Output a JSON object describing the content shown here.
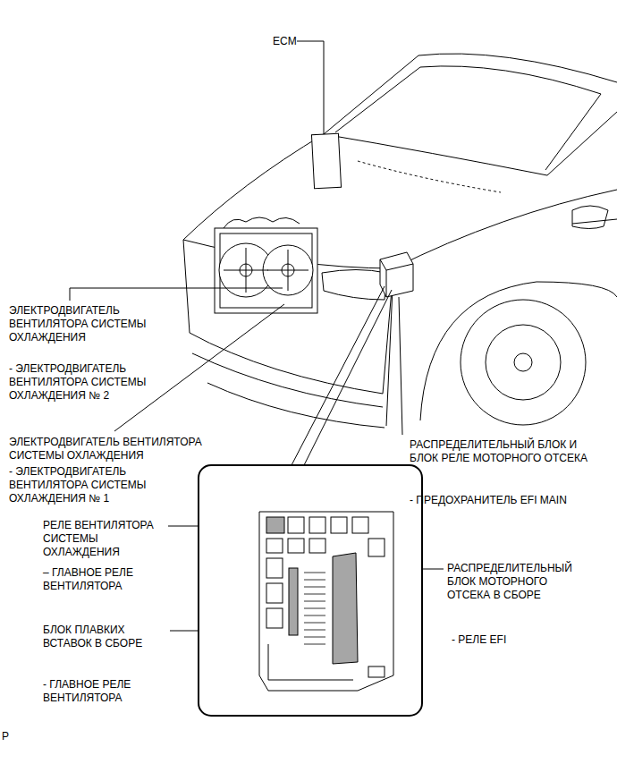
{
  "diagram": {
    "labels": [
      "ECM",
      "ЭЛЕКТРОДВИГАТЕЛЬ ВЕНТИЛЯТОРА СИСТЕМЫ ОХЛАЖДЕНИЯ",
      "- ЭЛЕКТРОДВИГАТЕЛЬ ВЕНТИЛЯТОРА СИСТЕМЫ ОХЛАЖДЕНИЯ № 2",
      "ЭЛЕКТРОДВИГАТЕЛЬ ВЕНТИЛЯТОРА СИСТЕМЫ ОХЛАЖДЕНИЯ",
      "- ЭЛЕКТРОДВИГАТЕЛЬ ВЕНТИЛЯТОРА СИСТЕМЫ ОХЛАЖДЕНИЯ № 1",
      "РАСПРЕДЕЛИТЕЛЬНЫЙ БЛОК И БЛОК РЕЛЕ МОТОРНОГО ОТСЕКА",
      "- ПРЕДОХРАНИТЕЛЬ EFI MAIN",
      "РЕЛЕ ВЕНТИЛЯТОРА СИСТЕМЫ ОХЛАЖДЕНИЯ",
      "– ГЛАВНОЕ РЕЛЕ ВЕНТИЛЯТОРА",
      "РАСПРЕДЕЛИТЕЛЬНЫЙ БЛОК МОТОРНОГО ОТСЕКА В СБОРЕ",
      "БЛОК ПЛАВКИХ ВСТАВОК В СБОРЕ",
      "- РЕЛЕ EFI",
      "- ГЛАВНОЕ РЕЛЕ ВЕНТИЛЯТОРА",
      "P"
    ]
  }
}
